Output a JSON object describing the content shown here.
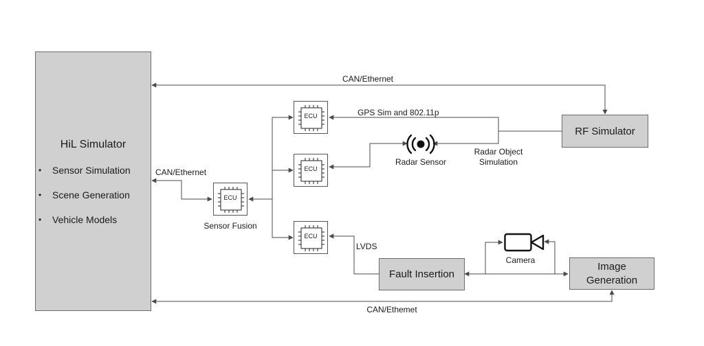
{
  "hil": {
    "title": "HiL Simulator",
    "items": [
      {
        "label": "Sensor Simulation"
      },
      {
        "label": "Scene Generation"
      },
      {
        "label": "Vehicle Models"
      }
    ]
  },
  "rf_simulator": {
    "title": "RF Simulator"
  },
  "fault_insertion": {
    "title": "Fault Insertion"
  },
  "image_generation": {
    "title_line1": "Image",
    "title_line2": "Generation"
  },
  "ecu_label": "ECU",
  "labels": {
    "can_top": "CAN/Ethernet",
    "can_left": "CAN/Ethernet",
    "can_bottom": "CAN/Ethemet",
    "gps": "GPS Sim and 802.11p",
    "radar_sensor": "Radar Sensor",
    "radar_obj_line1": "Radar Object",
    "radar_obj_line2": "Simulation",
    "sensor_fusion": "Sensor Fusion",
    "lvds": "LVDS",
    "camera": "Camera"
  },
  "colors": {
    "box_fill": "#d0d0d0",
    "line": "#4a4a4a"
  }
}
